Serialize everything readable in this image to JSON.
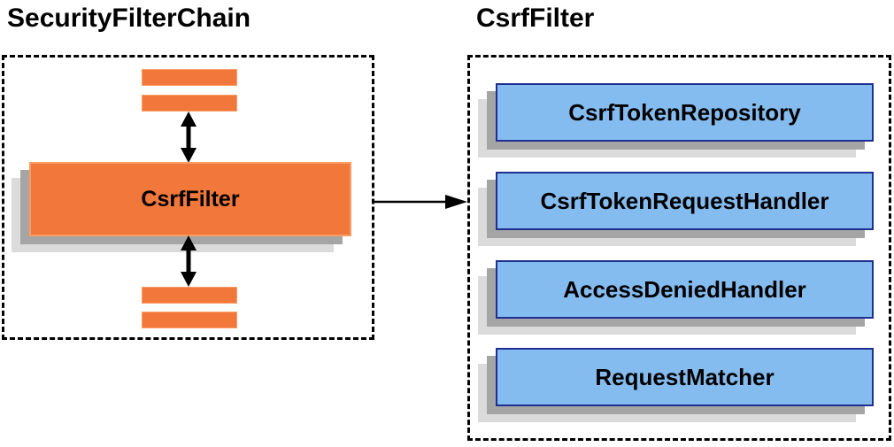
{
  "colors": {
    "orange_fill": "#F2773B",
    "orange_border": "#FA9D64",
    "blue_fill": "#85BCF0",
    "blue_border": "#1E2F8F",
    "shadow_dark": "#A5A5A5",
    "shadow_light": "#DBDBDB",
    "arrow": "#000000"
  },
  "left_panel": {
    "title": "SecurityFilterChain",
    "filter_box_label": "CsrfFilter"
  },
  "right_panel": {
    "title": "CsrfFilter",
    "components": [
      "CsrfTokenRepository",
      "CsrfTokenRequestHandler",
      "AccessDeniedHandler",
      "RequestMatcher"
    ]
  },
  "icons": {
    "up_down_arrow": "↕",
    "right_arrow": "→"
  }
}
